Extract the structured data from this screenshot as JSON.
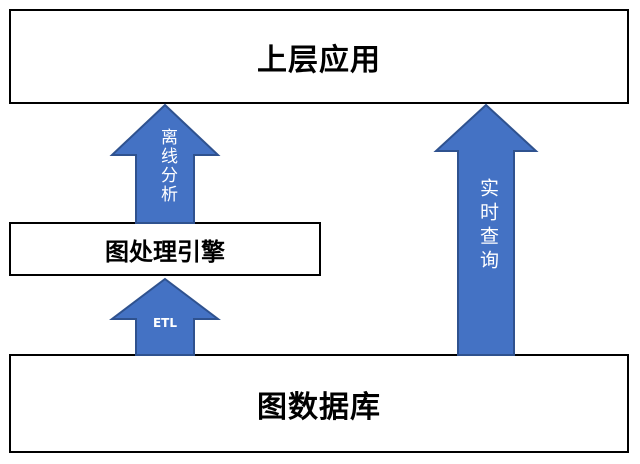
{
  "diagram": {
    "top_box": {
      "label": "上层应用"
    },
    "middle_box": {
      "label": "图处理引擎"
    },
    "bottom_box": {
      "label": "图数据库"
    },
    "arrows": {
      "offline": {
        "label": "离线分析"
      },
      "realtime": {
        "label": "实时查询"
      },
      "etl": {
        "label": "ETL"
      }
    },
    "colors": {
      "arrow_fill": "#4472c4",
      "arrow_stroke": "#2f528f",
      "box_border": "#000000"
    }
  }
}
